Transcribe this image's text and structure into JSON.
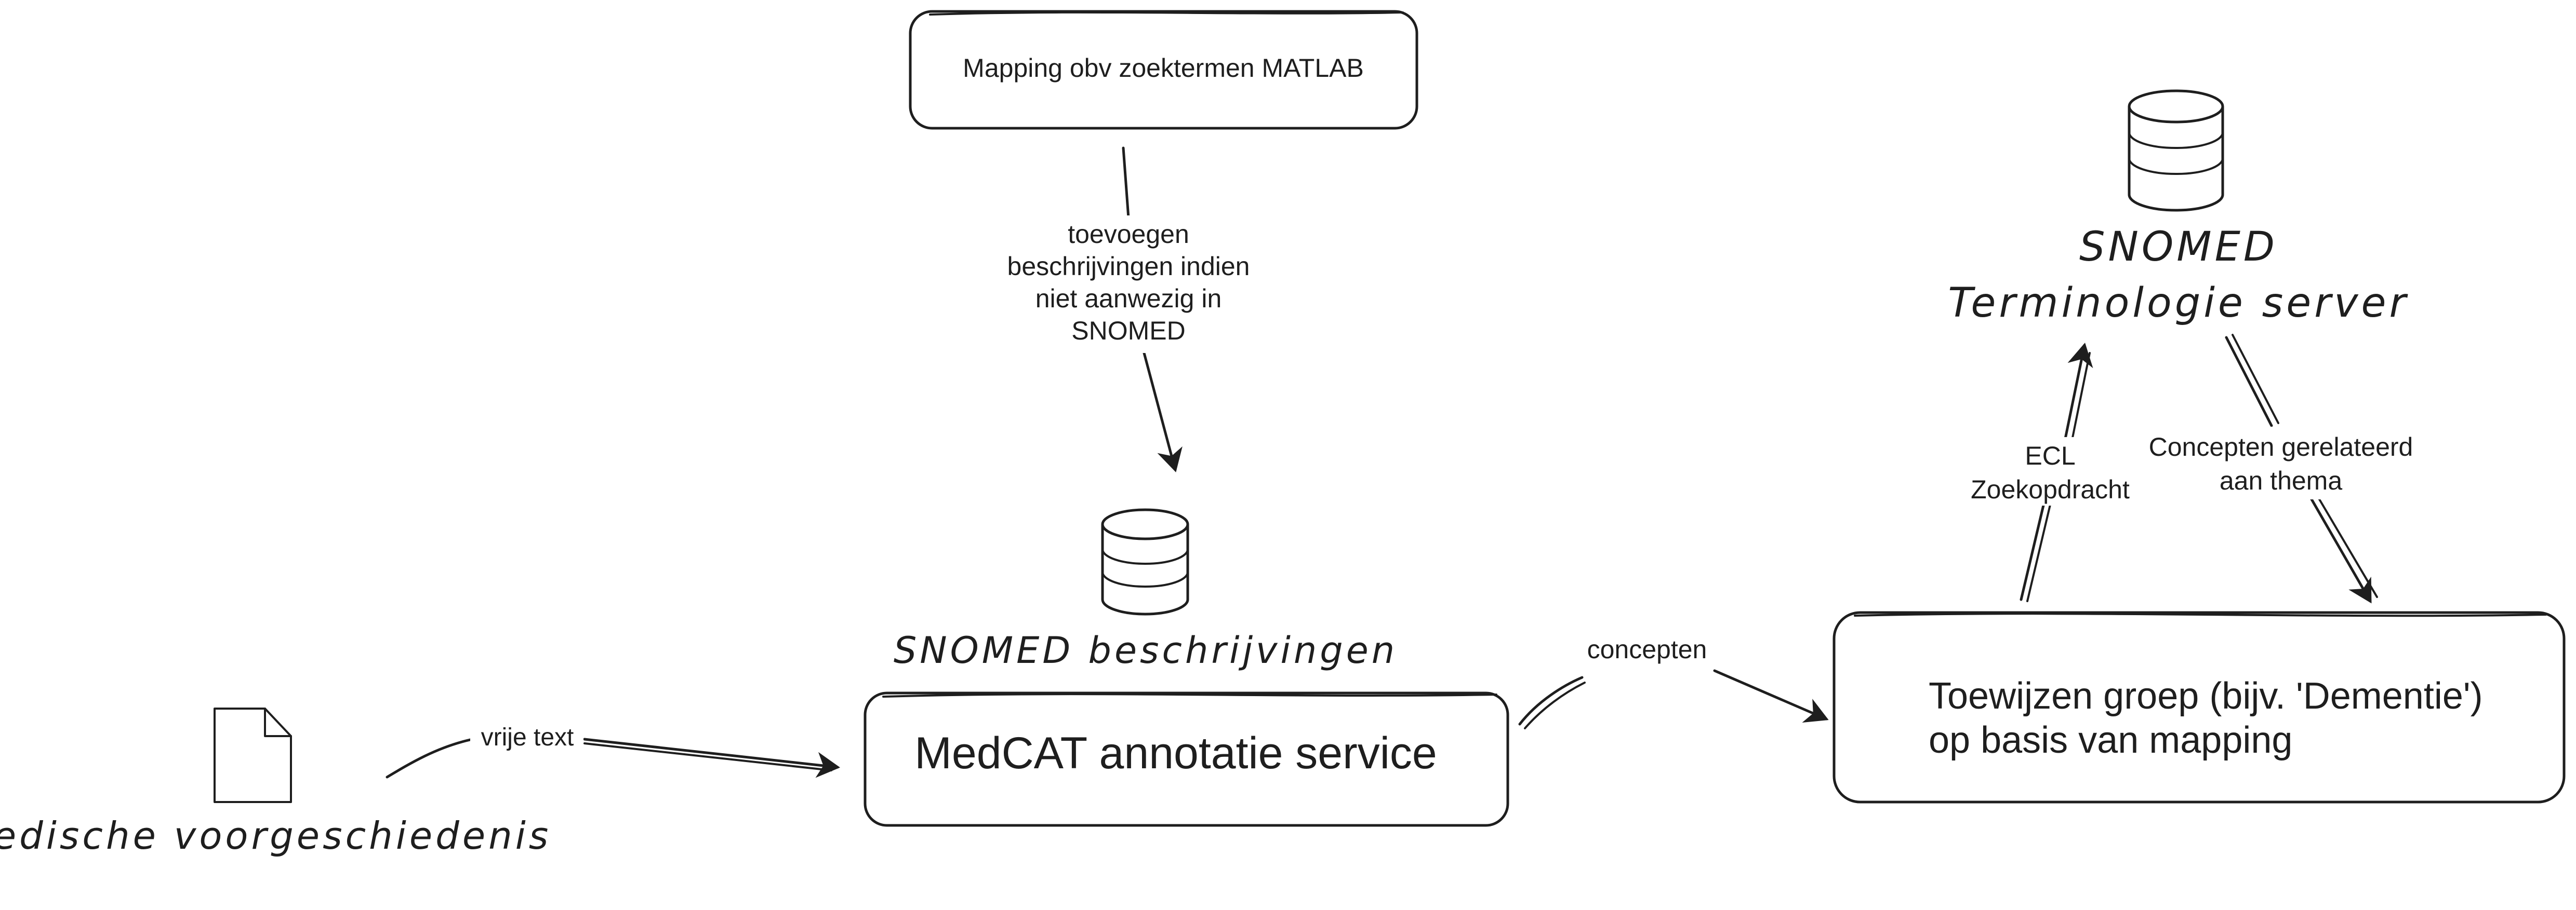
{
  "nodes": {
    "mapping_box": {
      "label": "Mapping obv zoektermen MATLAB"
    },
    "medcat_box": {
      "label": "MedCAT annotatie service"
    },
    "toewijzen_box": {
      "lines": [
        "Toewijzen groep (bijv. 'Dementie')",
        "op basis van mapping"
      ]
    },
    "snomed_descriptions_db": {
      "label": "SNOMED beschrijvingen",
      "icon": "database-icon"
    },
    "snomed_server_db": {
      "lines": [
        "SNOMED",
        "Terminologie server"
      ],
      "icon": "database-icon"
    },
    "document": {
      "label": "Medische voorgeschiedenis",
      "icon": "document-icon"
    }
  },
  "edges": {
    "mapping_to_descriptions": {
      "lines": [
        "toevoegen",
        "beschrijvingen indien",
        "niet aanwezig in",
        "SNOMED"
      ]
    },
    "document_to_medcat": {
      "label": "vrije text"
    },
    "medcat_to_toewijzen": {
      "label": "concepten"
    },
    "toewijzen_to_server": {
      "lines": [
        "ECL",
        "Zoekopdracht"
      ]
    },
    "server_to_toewijzen": {
      "lines": [
        "Concepten gerelateerd",
        "aan thema"
      ]
    }
  },
  "colors": {
    "stroke": "#1e1e1e",
    "background": "#ffffff"
  }
}
